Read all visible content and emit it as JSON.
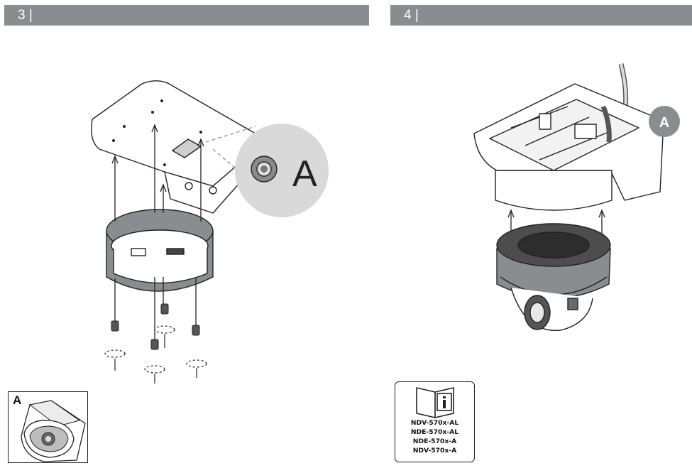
{
  "steps": [
    {
      "label": "3 |"
    },
    {
      "label": "4 |"
    }
  ],
  "step3": {
    "callout_letter": "A",
    "detail_letter": "A"
  },
  "step4": {
    "callout_letter": "A"
  },
  "manual_reference": {
    "icon": "info-book-icon",
    "models": [
      "NDV-570x-AL",
      "NDE-570x-AL",
      "NDE-570x-A",
      "NDV-570x-A"
    ]
  },
  "colors": {
    "step_bar": "#8a8d90",
    "callout_badge": "#8a8d90",
    "zoom_circle": "#d9d9d9"
  }
}
